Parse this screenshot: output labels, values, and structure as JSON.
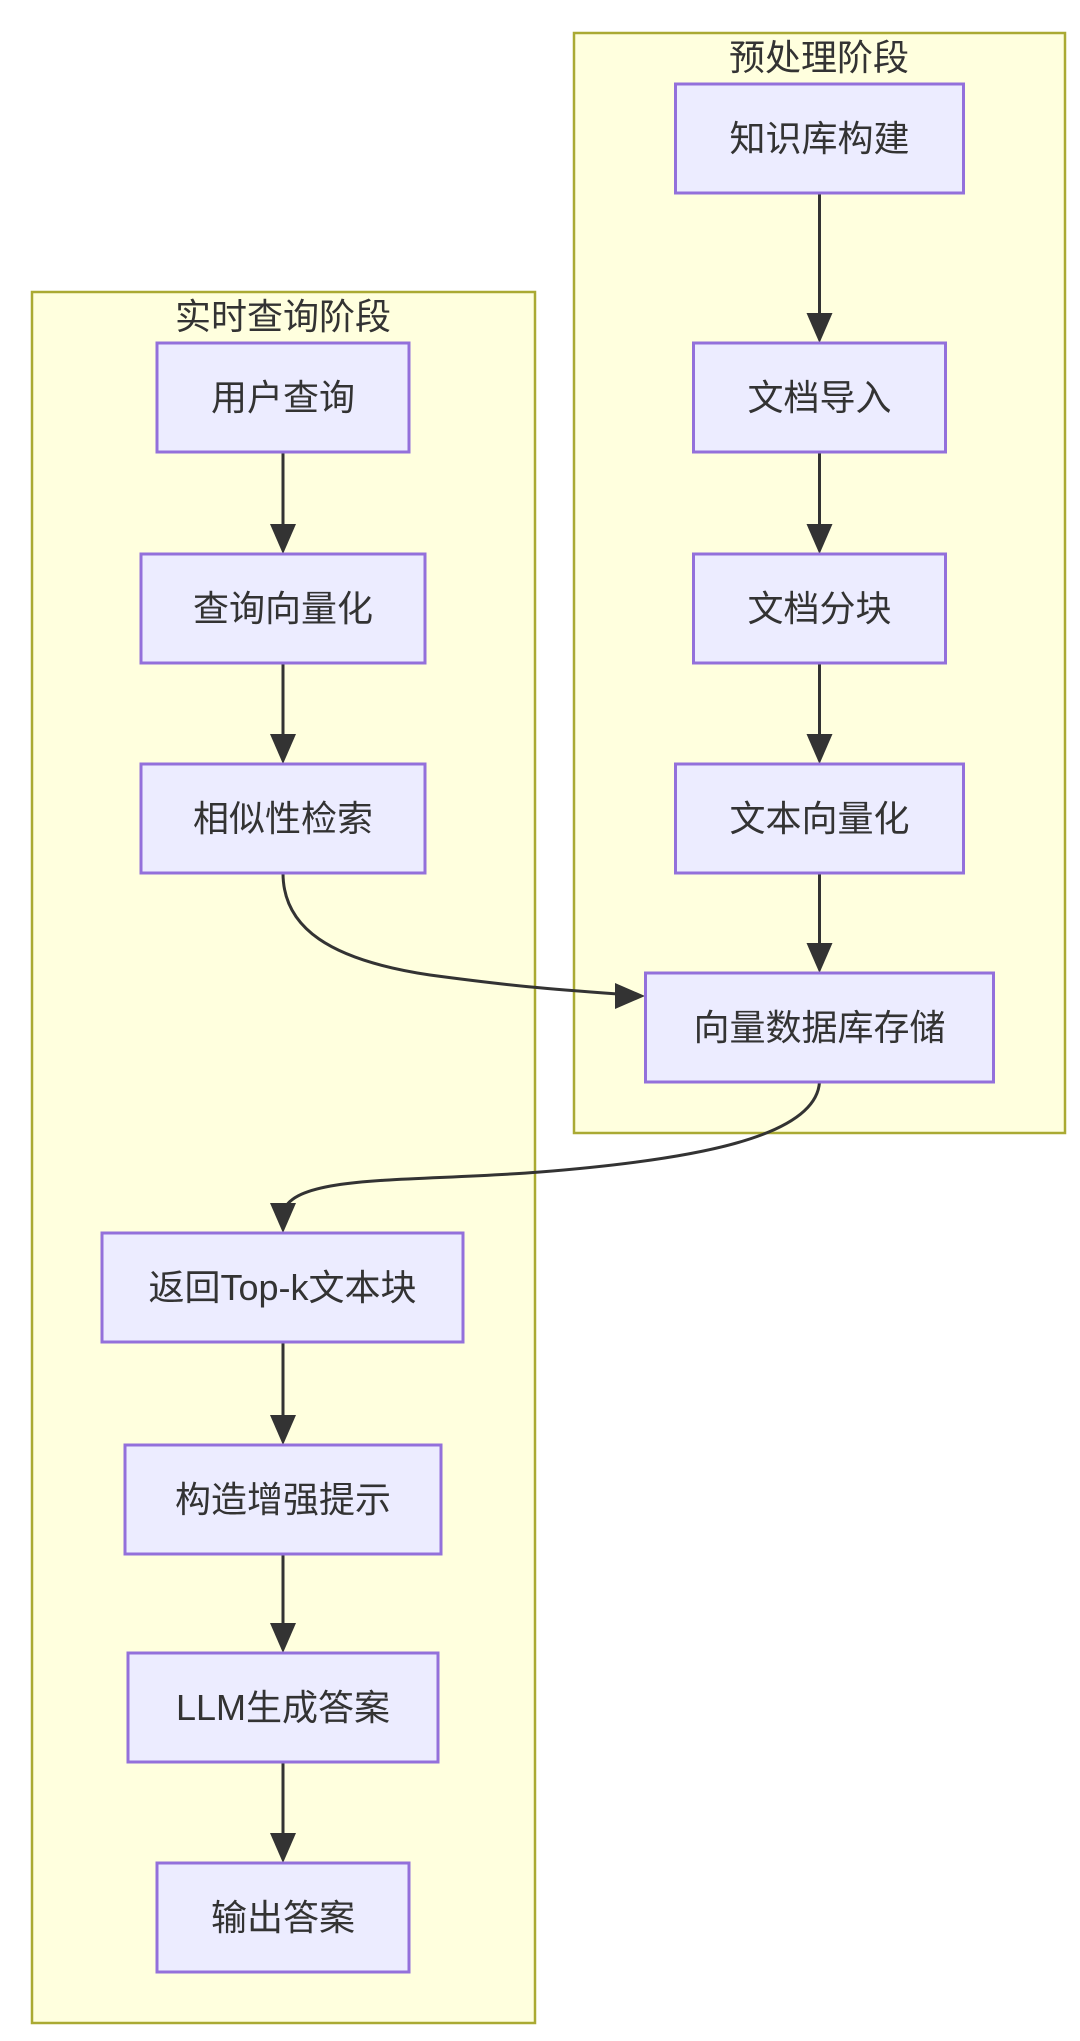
{
  "diagram": {
    "type": "flowchart",
    "direction": "top-down",
    "colors": {
      "background": "#ffffff",
      "subgraph_fill": "#ffffde",
      "subgraph_border": "#aaaa33",
      "node_fill": "#ececff",
      "node_border": "#9370db",
      "edge": "#333333",
      "text": "#333333"
    },
    "subgraphs": {
      "preprocessing": {
        "title": "预处理阶段"
      },
      "realtime": {
        "title": "实时查询阶段"
      }
    },
    "nodes": {
      "kb_build": {
        "label": "知识库构建",
        "subgraph": "preprocessing"
      },
      "doc_import": {
        "label": "文档导入",
        "subgraph": "preprocessing"
      },
      "doc_chunk": {
        "label": "文档分块",
        "subgraph": "preprocessing"
      },
      "text_embed": {
        "label": "文本向量化",
        "subgraph": "preprocessing"
      },
      "vector_store": {
        "label": "向量数据库存储",
        "subgraph": "preprocessing"
      },
      "user_query": {
        "label": "用户查询",
        "subgraph": "realtime"
      },
      "query_embed": {
        "label": "查询向量化",
        "subgraph": "realtime"
      },
      "similarity_search": {
        "label": "相似性检索",
        "subgraph": "realtime"
      },
      "topk_return": {
        "label": "返回Top-k文本块",
        "subgraph": "realtime"
      },
      "prompt_build": {
        "label": "构造增强提示",
        "subgraph": "realtime"
      },
      "llm_answer": {
        "label": "LLM生成答案",
        "subgraph": "realtime"
      },
      "answer_output": {
        "label": "输出答案",
        "subgraph": "realtime"
      }
    },
    "edges": [
      {
        "from": "kb_build",
        "to": "doc_import"
      },
      {
        "from": "doc_import",
        "to": "doc_chunk"
      },
      {
        "from": "doc_chunk",
        "to": "text_embed"
      },
      {
        "from": "text_embed",
        "to": "vector_store"
      },
      {
        "from": "user_query",
        "to": "query_embed"
      },
      {
        "from": "query_embed",
        "to": "similarity_search"
      },
      {
        "from": "similarity_search",
        "to": "vector_store"
      },
      {
        "from": "vector_store",
        "to": "topk_return"
      },
      {
        "from": "topk_return",
        "to": "prompt_build"
      },
      {
        "from": "prompt_build",
        "to": "llm_answer"
      },
      {
        "from": "llm_answer",
        "to": "answer_output"
      }
    ]
  }
}
